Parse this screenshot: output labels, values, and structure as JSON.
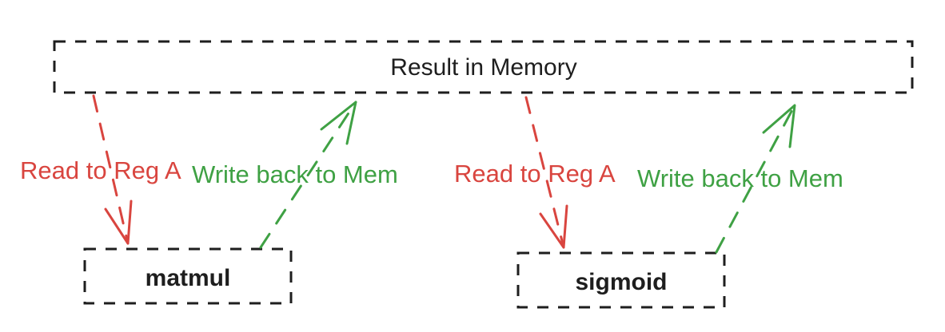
{
  "diagram": {
    "nodes": {
      "memory": {
        "label": "Result in Memory"
      },
      "matmul": {
        "label": "matmul"
      },
      "sigmoid": {
        "label": "sigmoid"
      }
    },
    "edges": {
      "read_1": {
        "label": "Read to Reg A",
        "from": "memory",
        "to": "matmul"
      },
      "write_1": {
        "label": "Write back to Mem",
        "from": "matmul",
        "to": "memory"
      },
      "read_2": {
        "label": "Read to Reg A",
        "from": "memory",
        "to": "sigmoid"
      },
      "write_2": {
        "label": "Write back to Mem",
        "from": "sigmoid",
        "to": "memory"
      }
    },
    "colors": {
      "box_stroke": "#1e1e1e",
      "read": "#d9453f",
      "write": "#3fa144"
    }
  }
}
